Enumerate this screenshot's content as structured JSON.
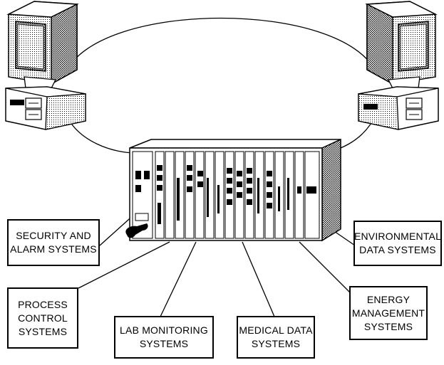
{
  "labels": {
    "security": [
      "SECURITY AND",
      "ALARM SYSTEMS"
    ],
    "process": [
      "PROCESS",
      "CONTROL",
      "SYSTEMS"
    ],
    "lab": [
      "LAB MONITORING",
      "SYSTEMS"
    ],
    "medical": [
      "MEDICAL DATA",
      "SYSTEMS"
    ],
    "energy": [
      "ENERGY",
      "MANAGEMENT",
      "SYSTEMS"
    ],
    "environmental": [
      "ENVIRONMENTAL",
      "DATA SYSTEMS"
    ]
  },
  "icons": [
    "computer-left-icon",
    "computer-right-icon",
    "network-chassis-icon",
    "telephone-icon"
  ],
  "colors": {
    "ink": "#000000",
    "paper": "#ffffff",
    "screen": "#bdbdbd"
  }
}
